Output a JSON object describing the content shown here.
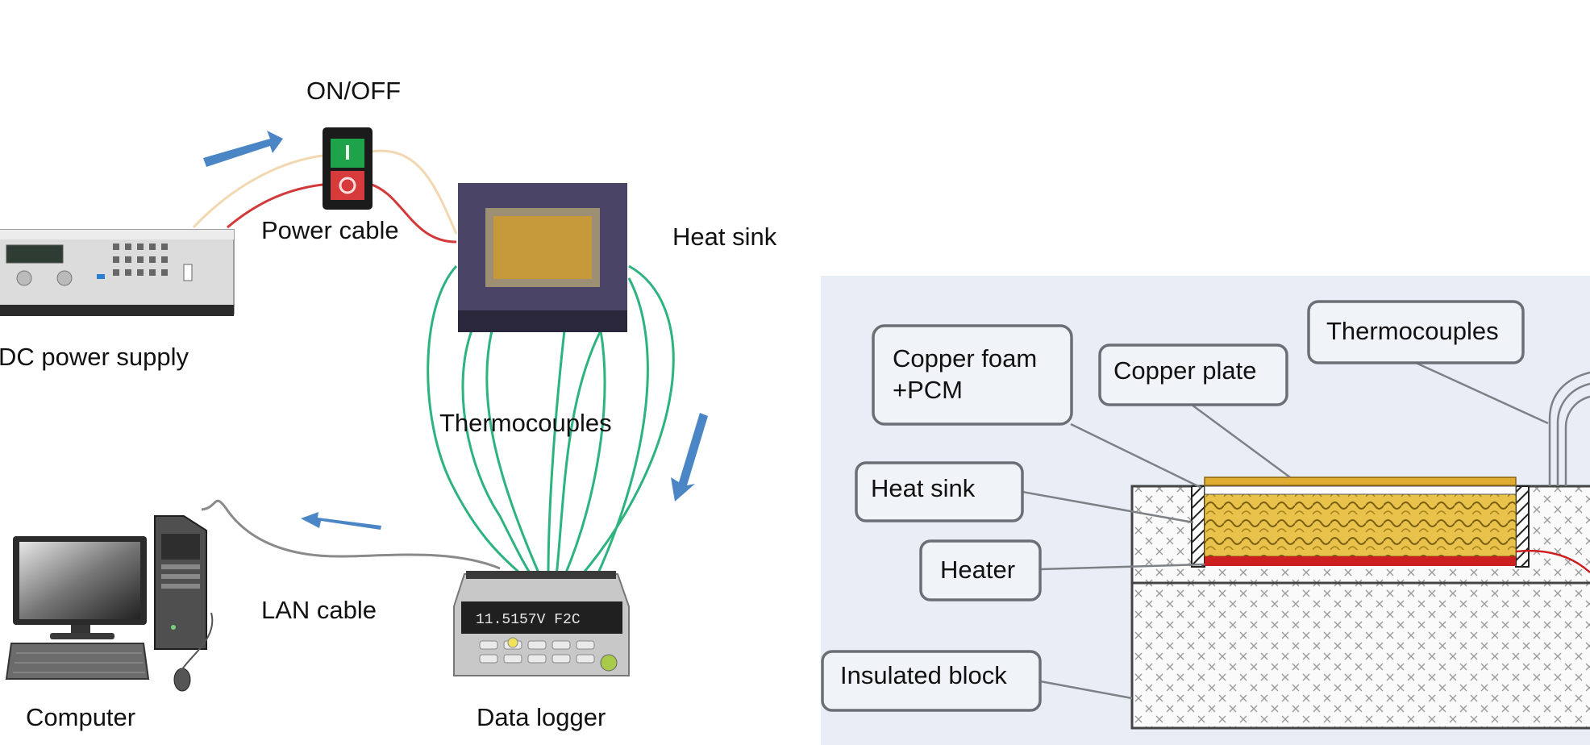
{
  "left_setup": {
    "switch_label": "ON/OFF",
    "power_cable_label": "Power cable",
    "heat_sink_label": "Heat sink",
    "dc_power_supply_label": "DC power supply",
    "thermocouples_label": "Thermocouples",
    "lan_cable_label": "LAN cable",
    "computer_label": "Computer",
    "data_logger_label": "Data logger",
    "data_logger_display": "11.5157V  F2C"
  },
  "cross_section": {
    "copper_foam_line1": "Copper foam",
    "copper_foam_line2": "+PCM",
    "copper_plate_label": "Copper plate",
    "thermocouples_label": "Thermocouples",
    "heat_sink_label": "Heat sink",
    "heater_label": "Heater",
    "insulated_block_label": "Insulated block"
  },
  "colors": {
    "arrow": "#4a86c5",
    "thermocouple_wire": "#2db37f",
    "power_wire_red": "#d23a3a",
    "heat_sink_body": "#4a4566",
    "heat_sink_core": "#c69a3a",
    "pcm_fill": "#e8c24a",
    "heater": "#cc1f1f",
    "panel_bg": "#e9eef6"
  }
}
